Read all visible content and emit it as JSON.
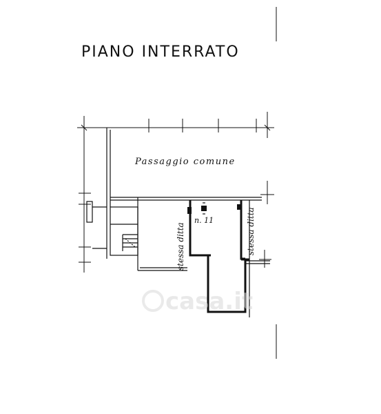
{
  "plan": {
    "title": "PIANO INTERRATO",
    "shared_passage_label": "Passaggio comune",
    "unit_number_label": "n. 11",
    "same_company_label": "stessa ditta"
  },
  "watermark": {
    "text": "casa.it"
  },
  "colors": {
    "ink": "#111111",
    "background": "#ffffff",
    "watermark": "#d8d8d8"
  }
}
